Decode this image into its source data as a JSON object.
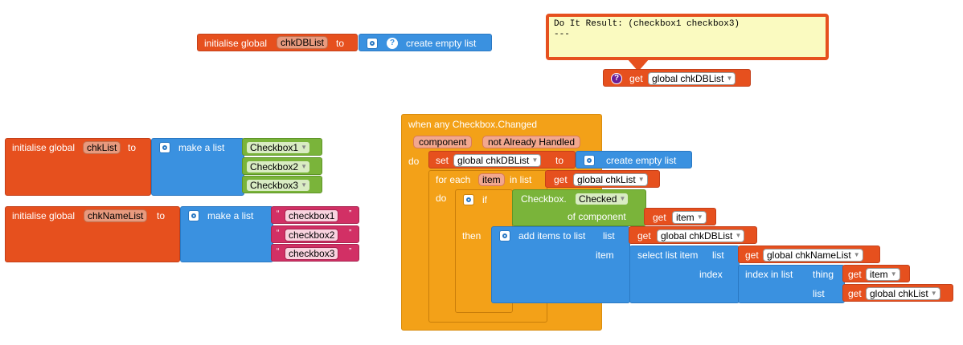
{
  "colors": {
    "orange": "#e6501e",
    "blue": "#3a91e0",
    "green": "#7ab43a",
    "gold": "#f3a118",
    "pink": "#d23065",
    "bubble_bg": "#fafac0"
  },
  "init1": {
    "label": "initialise global",
    "var": "chkDBList",
    "to": "to",
    "list_label": "create empty list"
  },
  "bubble": {
    "text": "Do It Result: (checkbox1 checkbox3)\n---"
  },
  "get_top": {
    "label": "get",
    "var": "global chkDBList"
  },
  "init2": {
    "label": "initialise global",
    "var": "chkList",
    "to": "to",
    "list_label": "make a list",
    "items": [
      "Checkbox1",
      "Checkbox2",
      "Checkbox3"
    ]
  },
  "init3": {
    "label": "initialise global",
    "var": "chkNameList",
    "to": "to",
    "list_label": "make a list",
    "items": [
      "checkbox1",
      "checkbox2",
      "checkbox3"
    ],
    "quote_open": "“",
    "quote_close": "”"
  },
  "event": {
    "title": "when any Checkbox.Changed",
    "param1": "component",
    "param2": "not Already Handled",
    "do": "do",
    "set": "set",
    "set_var": "global chkDBList",
    "set_to": "to",
    "create_empty": "create empty list",
    "for_each": "for each",
    "item": "item",
    "in_list": "in list",
    "get": "get",
    "chk_list": "global chkList",
    "do2": "do",
    "if": "if",
    "checkbox": "Checkbox.",
    "checked": "Checked",
    "of_component": "of component",
    "get_item": "item",
    "then": "then",
    "add_items": "add items to list",
    "list": "list",
    "db_list": "global chkDBList",
    "item_label": "item",
    "select_item": "select list item",
    "list2": "list",
    "name_list": "global chkNameList",
    "index": "index",
    "index_in_list": "index in list",
    "thing": "thing",
    "thing_item": "item",
    "list3": "list",
    "chk_list2": "global chkList"
  }
}
